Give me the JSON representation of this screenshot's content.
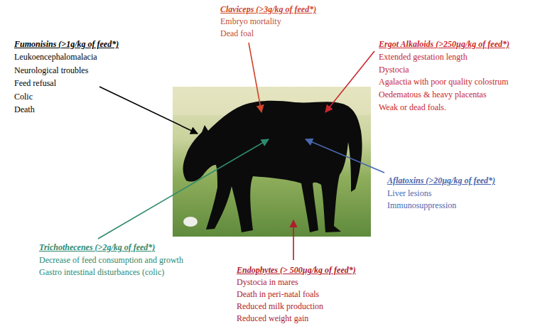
{
  "diagram": {
    "labels": [
      "Fumonisins (>1g/kg of feed*)",
      "Leukoencephalomalacia",
      "Neurological troubles",
      "Feed refusal",
      "Colic",
      "Death",
      "Claviceps (>3g/kg of feed*)",
      "Embryo mortality",
      "Dead foal",
      "Ergot Alkaloids (>250µg/kg of feed*)",
      "Extended gestation length",
      "Dystocia",
      "Agalactia with poor quality colostrum",
      "Oedematous & heavy placentas",
      "Weak or dead foals.",
      "Aflatoxins (>20µg/kg of feed*)",
      "Liver lesions",
      "Immunosuppression",
      "Trichothecenes (>2g/kg of feed*)",
      "Decrease of feed consumption and growth",
      "Gastro intestinal disturbances (colic)",
      "Endophytes (> 500µg/kg of feed*)",
      "Dystocia in mares",
      "Death in peri-natal foals",
      "Reduced milk production",
      "Reduced weight gain"
    ]
  }
}
